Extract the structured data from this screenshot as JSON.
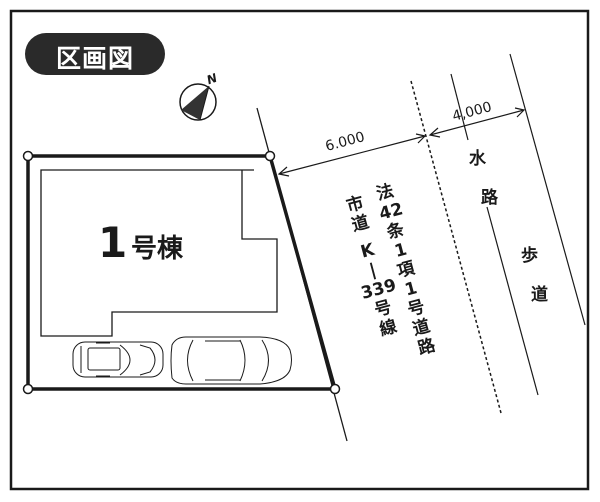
{
  "title": "区画図",
  "compass": {
    "label": "N"
  },
  "building": {
    "number": "1",
    "label": "号棟"
  },
  "dimensions": {
    "road_width": "6.000",
    "waterway_width": "4,000"
  },
  "road": {
    "city_road_chars": [
      "市",
      "道",
      "",
      "K",
      "|",
      "339",
      "号",
      "線"
    ],
    "legal_chars": [
      "法",
      "42",
      "条",
      "1",
      "項",
      "1",
      "号",
      "道",
      "路"
    ]
  },
  "waterway": {
    "chars": [
      "水",
      "路"
    ]
  },
  "sidewalk": {
    "chars": [
      "歩",
      "道"
    ]
  },
  "colors": {
    "ink": "#1a1a1a",
    "pill": "#2a2a2a",
    "background": "#ffffff"
  }
}
